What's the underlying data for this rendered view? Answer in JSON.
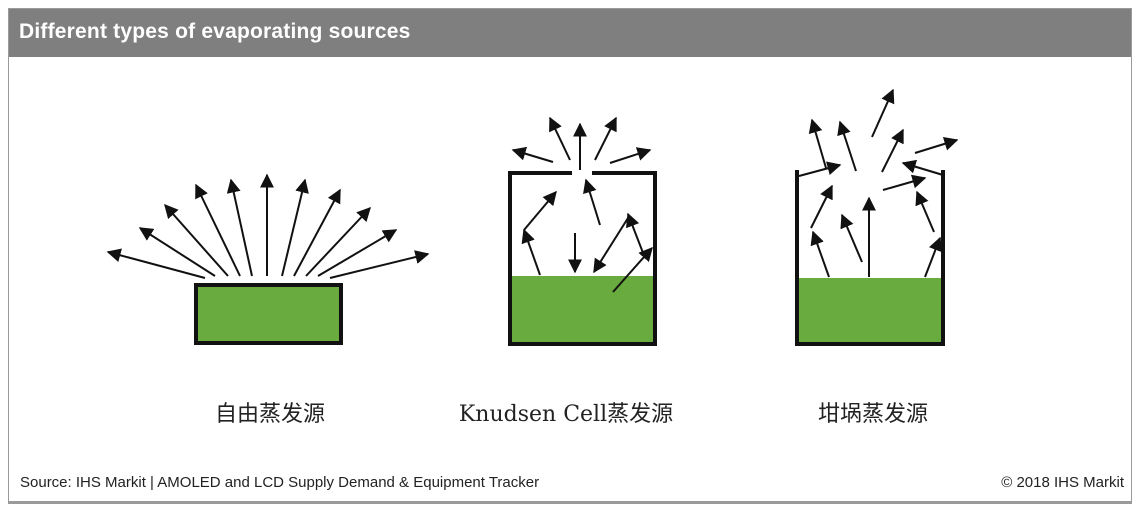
{
  "header": {
    "title": "Different types of evaporating sources"
  },
  "diagrams": [
    {
      "label": "自由蒸发源"
    },
    {
      "label": "Knudsen Cell蒸发源"
    },
    {
      "label": "坩埚蒸发源"
    }
  ],
  "footer": {
    "source": "Source: IHS Markit | AMOLED and LCD Supply Demand & Equipment Tracker",
    "copyright": "© 2018 IHS Markit"
  },
  "colors": {
    "header_bg": "#7f7f7f",
    "material": "#6aab3f",
    "outline": "#111111"
  }
}
